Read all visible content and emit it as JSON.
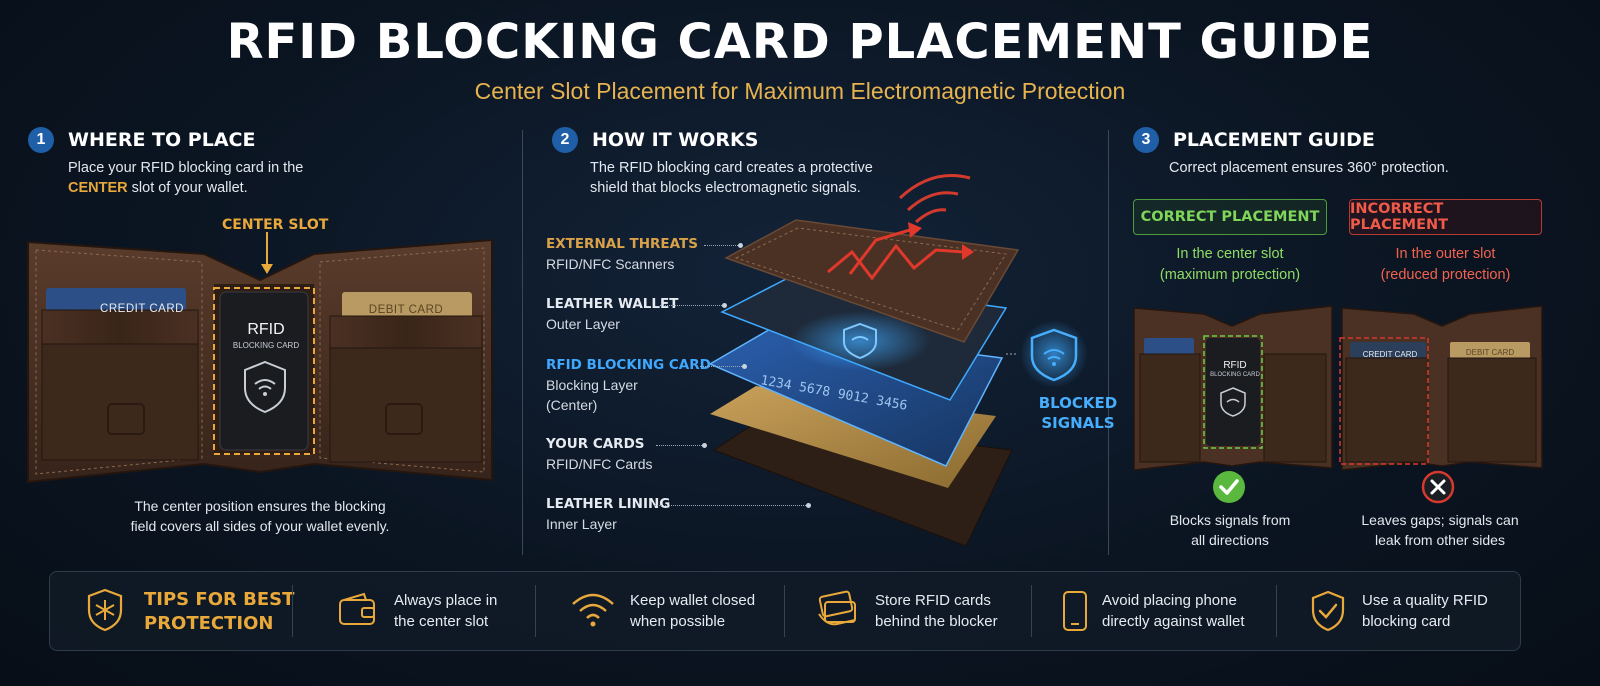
{
  "header": {
    "title": "RFID BLOCKING CARD PLACEMENT GUIDE",
    "subtitle": "Center Slot Placement for Maximum Electromagnetic Protection"
  },
  "section1": {
    "number": "1",
    "title": "WHERE TO PLACE",
    "desc_line1": "Place your RFID blocking card in the",
    "desc_highlight": "CENTER",
    "desc_line2_rest": " slot of your wallet.",
    "center_slot_label": "CENTER SLOT",
    "credit_card_label": "CREDIT CARD",
    "debit_card_label": "DEBIT CARD",
    "rfid_card_title": "RFID",
    "rfid_card_sub": "BLOCKING CARD",
    "caption_line1": "The center position ensures the blocking",
    "caption_line2": "field covers all sides of your wallet evenly."
  },
  "section2": {
    "number": "2",
    "title": "HOW IT WORKS",
    "desc_line1": "The RFID blocking card creates a protective",
    "desc_line2": "shield that blocks electromagnetic signals.",
    "layers": [
      {
        "title": "EXTERNAL THREATS",
        "sub": "RFID/NFC Scanners",
        "sub2": ""
      },
      {
        "title": "LEATHER WALLET",
        "sub": "Outer Layer",
        "sub2": ""
      },
      {
        "title": "RFID BLOCKING CARD",
        "sub": "Blocking Layer",
        "sub2": "(Center)"
      },
      {
        "title": "YOUR CARDS",
        "sub": "RFID/NFC Cards",
        "sub2": ""
      },
      {
        "title": "LEATHER LINING",
        "sub": "Inner Layer",
        "sub2": ""
      }
    ],
    "card_number": "1234 5678 9012 3456",
    "blocked_line1": "BLOCKED",
    "blocked_line2": "SIGNALS"
  },
  "section3": {
    "number": "3",
    "title": "PLACEMENT GUIDE",
    "desc": "Correct placement ensures 360° protection.",
    "correct": {
      "label": "CORRECT PLACEMENT",
      "line1": "In the center slot",
      "line2": "(maximum protection)",
      "caption1": "Blocks signals from",
      "caption2": "all directions"
    },
    "incorrect": {
      "label": "INCORRECT PLACEMENT",
      "line1": "In the outer slot",
      "line2": "(reduced protection)",
      "caption1": "Leaves gaps; signals can",
      "caption2": "leak from other sides"
    },
    "mini_rfid_title": "RFID",
    "mini_rfid_sub": "BLOCKING CARD",
    "mini_credit": "CREDIT CARD",
    "mini_debit": "DEBIT CARD"
  },
  "tips": {
    "title_line1": "TIPS FOR BEST",
    "title_line2": "PROTECTION",
    "items": [
      {
        "icon": "wallet-icon",
        "line1": "Always place in",
        "line2": "the center slot"
      },
      {
        "icon": "wifi-icon",
        "line1": "Keep wallet closed",
        "line2": "when possible"
      },
      {
        "icon": "card-stack-icon",
        "line1": "Store RFID cards",
        "line2": "behind the blocker"
      },
      {
        "icon": "phone-icon",
        "line1": "Avoid placing phone",
        "line2": "directly against wallet"
      },
      {
        "icon": "shield-check-icon",
        "line1": "Use a quality RFID",
        "line2": "blocking card"
      }
    ]
  },
  "colors": {
    "gold": "#e8a93a",
    "blue": "#3fa9ff",
    "green": "#7fd65a",
    "red": "#f05a48",
    "leather": "#4a3123"
  }
}
